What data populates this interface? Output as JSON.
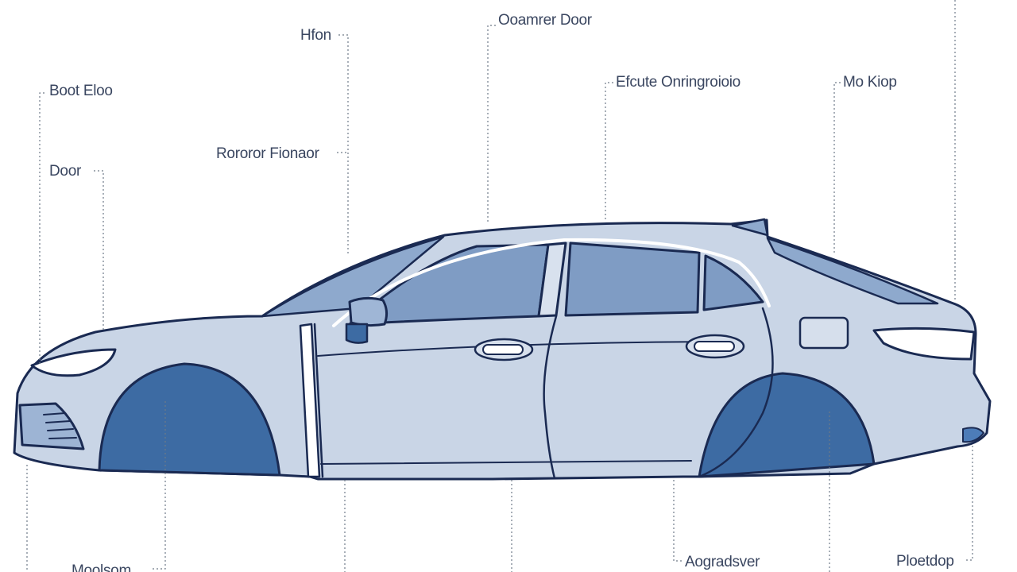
{
  "labels": {
    "boot_floor": "Boot Eloo",
    "door": "Door",
    "front": "Hfon",
    "rotor_floor": "Rororor Fionaor",
    "cowner_door": "Ooamrer Door",
    "efcute": "Efcute Onringroioio",
    "mo_kiop": "Mo Kiop",
    "moolsom": "Moolsom",
    "aggradsver": "Aogradsver",
    "ploetdop": "Ploetdop"
  },
  "colors": {
    "body_fill": "#c9d5e6",
    "body_stroke": "#1a2a52",
    "glass": "#7f9cc4",
    "wheel_well": "#3d6ba3",
    "trim": "#ffffff",
    "leader": "#6f7a88",
    "text": "#3a4660"
  }
}
